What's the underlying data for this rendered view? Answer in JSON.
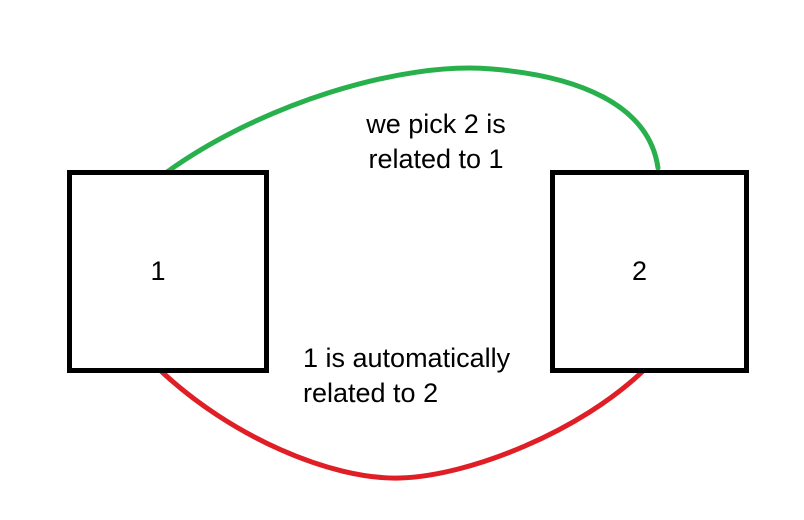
{
  "diagram": {
    "background_color": "#ffffff",
    "text_color": "#000000",
    "node_border_color": "#000000",
    "nodes": [
      {
        "label": "1"
      },
      {
        "label": "2"
      }
    ],
    "edges": {
      "top": {
        "color": "#28b04c",
        "label_line1": "we pick 2 is",
        "label_line2": "related to 1"
      },
      "bottom": {
        "color": "#e01e25",
        "label_line1": "1 is automatically",
        "label_line2": "related to 2"
      }
    }
  }
}
